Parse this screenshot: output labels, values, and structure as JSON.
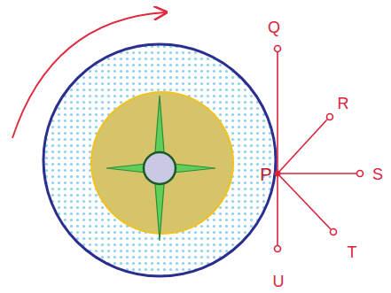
{
  "diagram": {
    "labels": [
      "Q",
      "R",
      "P",
      "S",
      "T",
      "U"
    ]
  }
}
